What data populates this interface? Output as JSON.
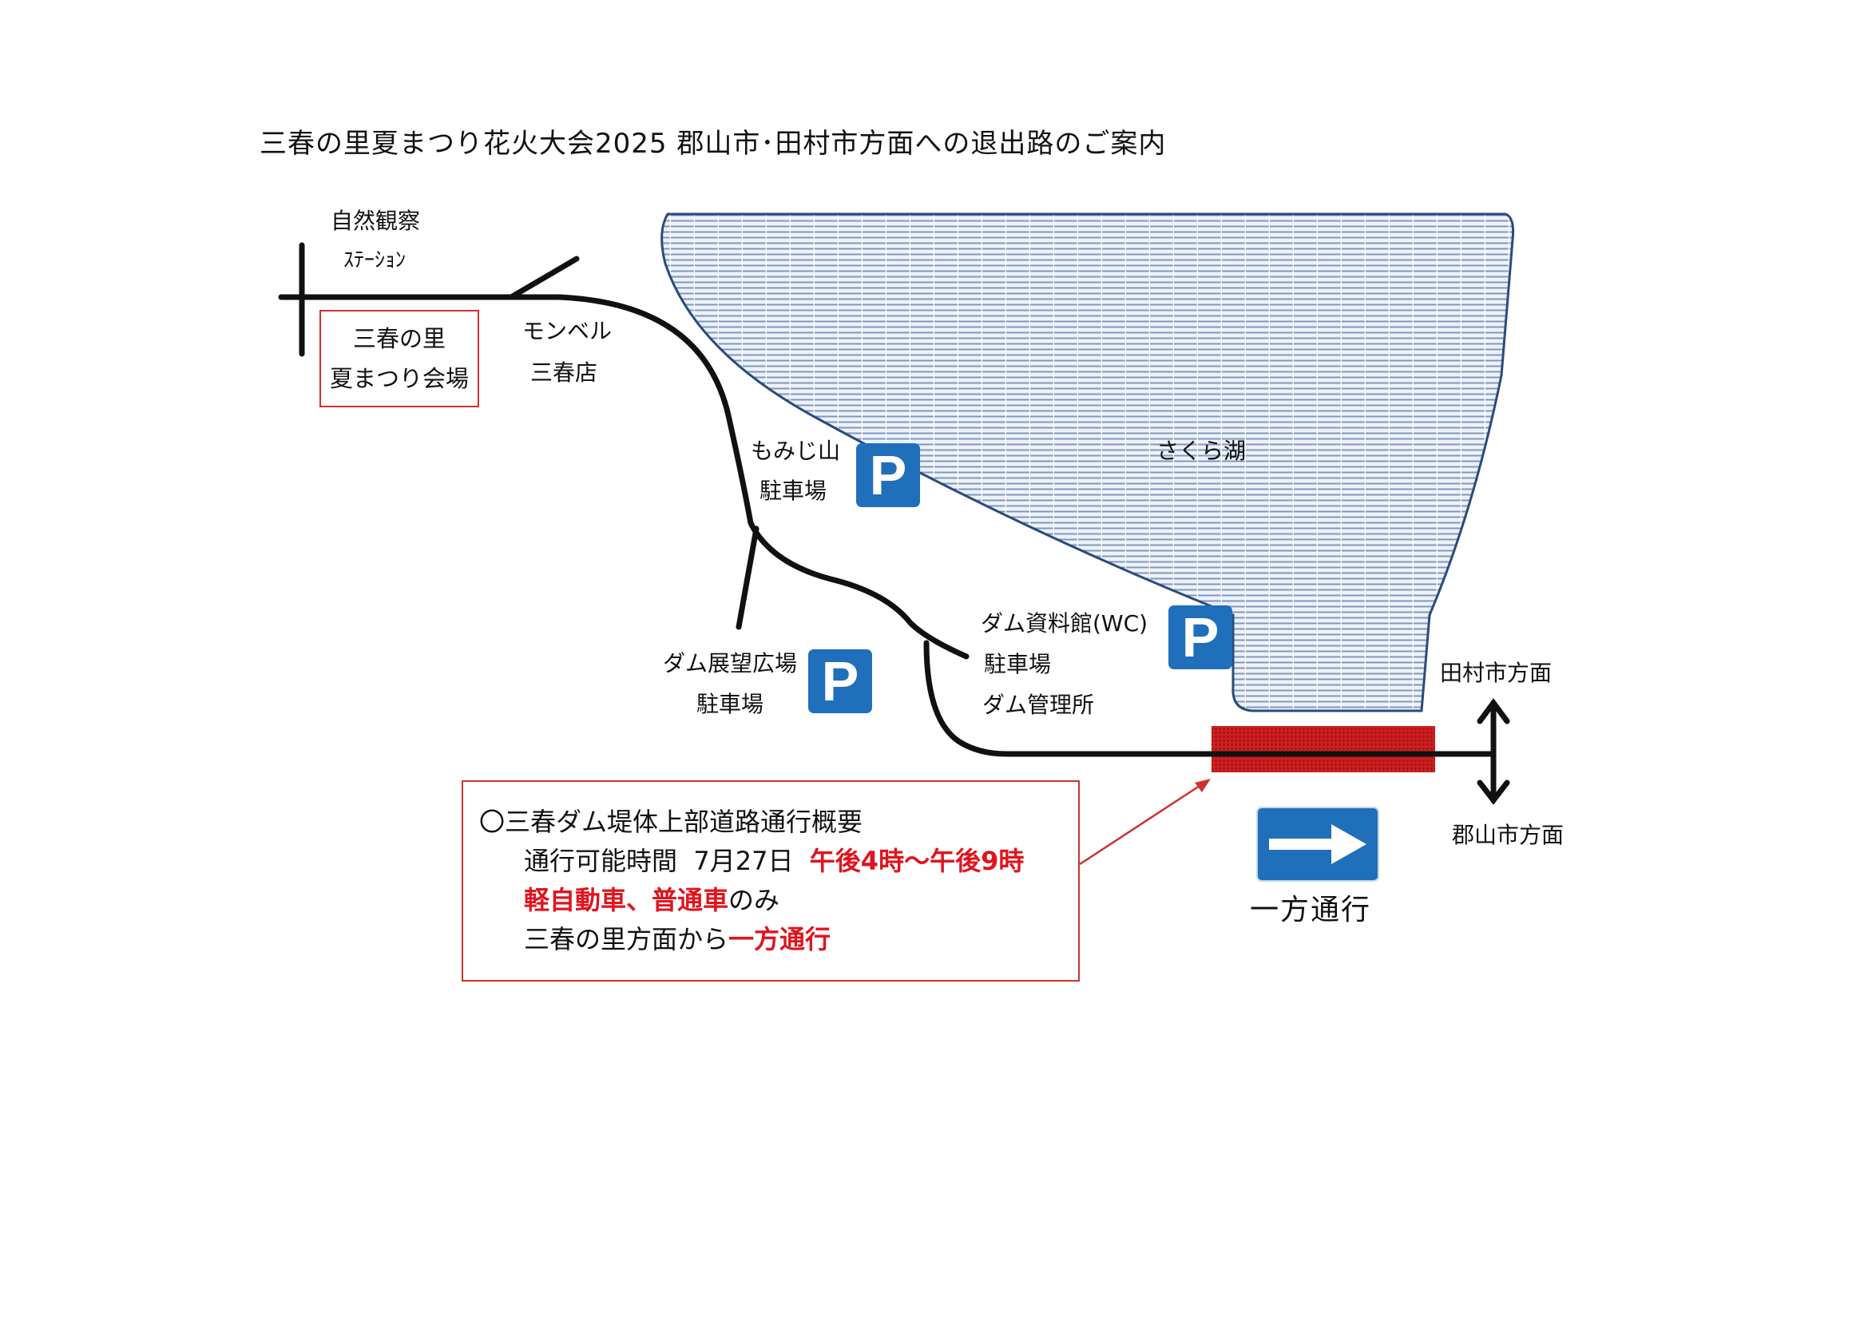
{
  "title": "三春の里夏まつり花火大会2025  郡山市･田村市方面への退出路のご案内",
  "places": {
    "nature_station_line1": "自然観察",
    "nature_station_line2": "ｽﾃｰｼｮﾝ",
    "venue_line1": "三春の里",
    "venue_line2": "夏まつり会場",
    "montbell_line1": "モンベル",
    "montbell_line2": "三春店",
    "momiji_line1": "もみじ山",
    "momiji_line2": "駐車場",
    "lake": "さくら湖",
    "observatory_line1": "ダム展望広場",
    "observatory_line2": "駐車場",
    "museum_line1": "ダム資料館(WC)",
    "museum_line2": "駐車場",
    "museum_line3": "ダム管理所",
    "to_tamura": "田村市方面",
    "to_koriyama": "郡山市方面"
  },
  "parking_symbol": "P",
  "info": {
    "heading": "〇三春ダム堤体上部道路通行概要",
    "hours_label": "通行可能時間",
    "hours_date": "7月27日",
    "hours_time": "午後4時～午後9時",
    "vehicles_red": "軽自動車、普通車",
    "vehicles_suffix": "のみ",
    "direction_prefix": "三春の里方面から",
    "direction_red": "一方通行"
  },
  "oneway_label": "一方通行",
  "colors": {
    "road": "#111111",
    "lake_fill": "#e9eef6",
    "lake_stripe": "#7f97bf",
    "lake_outline": "#2a4b7c",
    "parking": "#1f6fbb",
    "highlight": "#d0312d",
    "emphasis_text": "#e0141e"
  },
  "icons": [
    "parking-icon",
    "one-way-sign-icon",
    "double-arrow-icon"
  ]
}
